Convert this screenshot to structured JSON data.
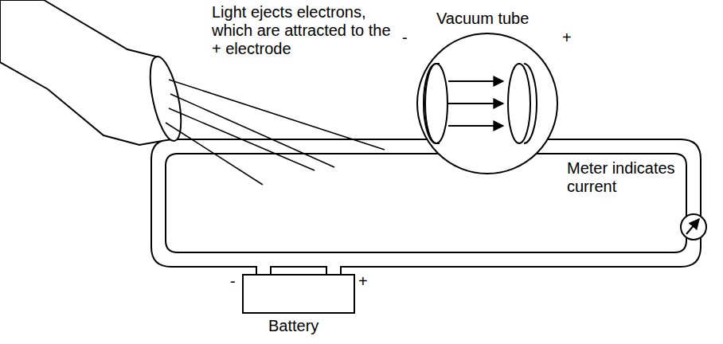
{
  "diagram": {
    "labels": [
      "Light ejects electrons, which are attracted to the + electrode",
      "Vacuum tube",
      "-",
      "+",
      "Meter indicates current",
      "-",
      "+",
      "Battery"
    ]
  }
}
